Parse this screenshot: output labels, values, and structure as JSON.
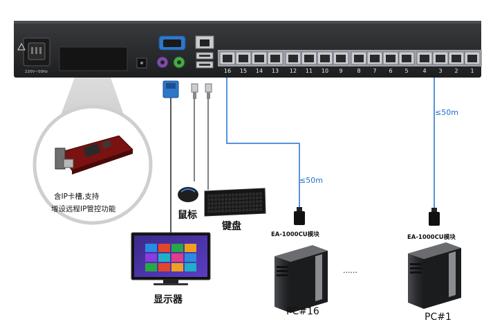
{
  "kvm": {
    "power_label": "220V~50Hz",
    "port_numbers": [
      "16",
      "15",
      "14",
      "13",
      "12",
      "11",
      "10",
      "9",
      "8",
      "7",
      "6",
      "5",
      "4",
      "3",
      "2",
      "1"
    ]
  },
  "callout": {
    "line1": "含IP卡槽,支持",
    "line2": "增设远程IP管控功能"
  },
  "devices": {
    "mouse": "鼠标",
    "keyboard": "键盘",
    "monitor": "显示器"
  },
  "links": {
    "distance_pc16": "≤50m",
    "distance_pc1": "≤50m"
  },
  "modules": {
    "pc16": "EA-1000CU模块",
    "pc1": "EA-1000CU模块"
  },
  "pcs": {
    "pc16": "PC#16",
    "pc1": "PC#1",
    "ellipsis": "......"
  },
  "colors": {
    "cable": "#1e6fd0",
    "chassis": "#2a2b2d",
    "rj45": "#c9ccd0",
    "vga": "#2f77c8"
  }
}
